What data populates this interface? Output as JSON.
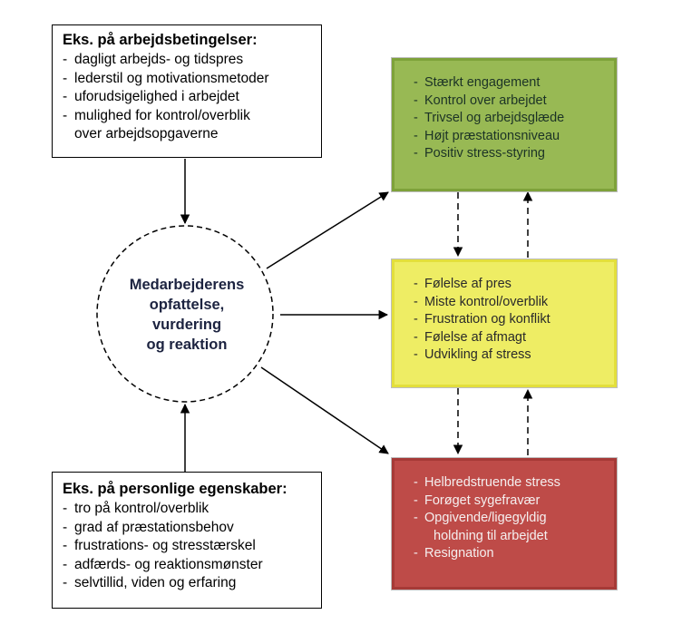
{
  "work_conditions": {
    "title": "Eks. på arbejdsbetingelser:",
    "items": [
      "dagligt arbejds- og tidspres",
      "lederstil og motivationsmetoder",
      "uforudsigelighed i arbejdet",
      "mulighed for kontrol/overblik",
      "over arbejdsopgaverne"
    ]
  },
  "personal_traits": {
    "title": "Eks. på personlige egenskaber:",
    "items": [
      "tro på kontrol/overblik",
      "grad af præstationsbehov",
      "frustrations- og stresstærskel",
      "adfærds- og reaktionsmønster",
      "selvtillid, viden og erfaring"
    ]
  },
  "center": {
    "lines": [
      "Medarbejderens",
      "opfattelse,",
      "vurdering",
      "og reaktion"
    ]
  },
  "outcomes": {
    "green": {
      "items": [
        "Stærkt engagement",
        "Kontrol over arbejdet",
        "Trivsel og arbejdsglæde",
        "Højt præstationsniveau",
        "Positiv stress-styring"
      ]
    },
    "yellow": {
      "items": [
        "Følelse af pres",
        "Miste kontrol/overblik",
        "Frustration og konflikt",
        "Følelse af afmagt",
        "Udvikling af stress"
      ]
    },
    "red": {
      "items": [
        "Helbredstruende  stress",
        "Forøget sygefravær",
        "Opgivende/ligegyldig",
        "holdning  til arbejdet",
        "Resignation"
      ]
    }
  },
  "dash": "-",
  "colors": {
    "green_fill": "#98b954",
    "green_border": "#7ea23a",
    "yellow_fill": "#eeed64",
    "yellow_border": "#e3df3c",
    "red_fill": "#be4b48",
    "red_border": "#a63a37",
    "line": "#000000"
  }
}
